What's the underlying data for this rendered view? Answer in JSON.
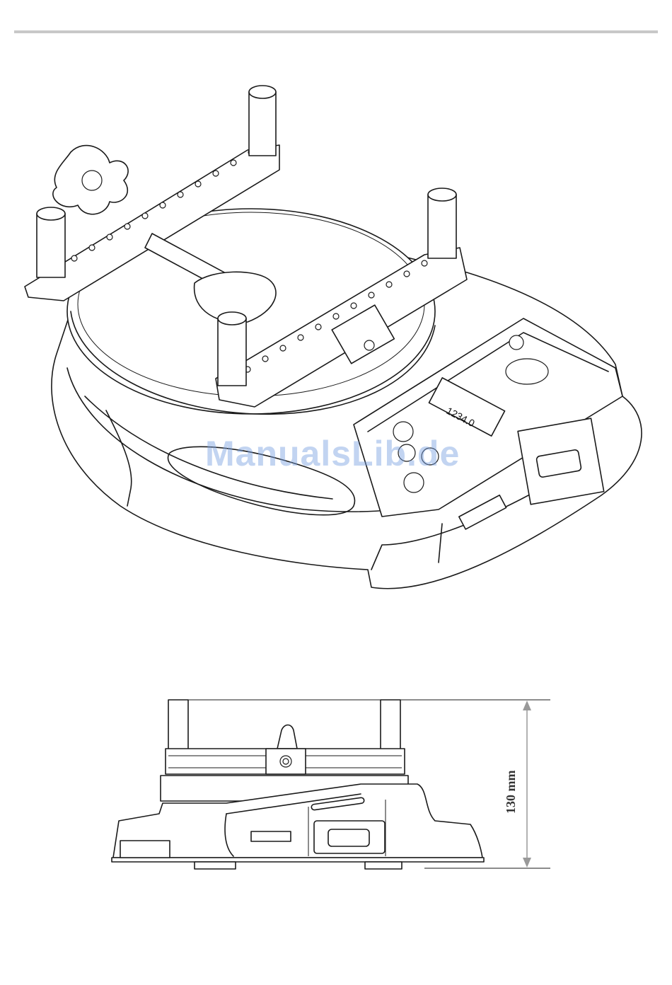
{
  "figure_top": {
    "display_readout": "1234.0",
    "watermark": "ManualsLib.de"
  },
  "figure_side": {
    "height_dimension_label": "130 mm"
  }
}
